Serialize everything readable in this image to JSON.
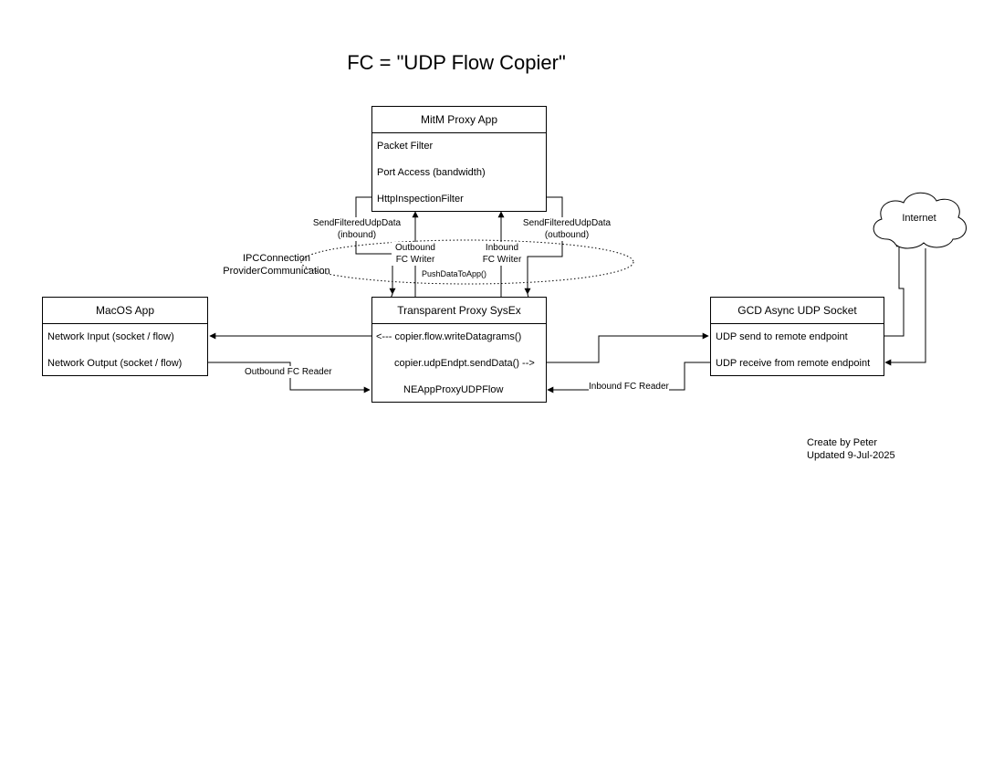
{
  "title": "FC = \"UDP Flow Copier\"",
  "proxy_app": {
    "title": "MitM Proxy App",
    "rows": [
      "Packet Filter",
      "Port Access (bandwidth)",
      "HttpInspectionFilter"
    ]
  },
  "macos_app": {
    "title": "MacOS App",
    "rows": [
      "Network Input (socket / flow)",
      "Network Output (socket / flow)"
    ]
  },
  "sysex": {
    "title": "Transparent Proxy SysEx",
    "rows": [
      "<--- copier.flow.writeDatagrams()",
      "copier.udpEndpt.sendData() -->",
      "NEAppProxyUDPFlow"
    ]
  },
  "gcd_socket": {
    "title": "GCD Async UDP Socket",
    "rows": [
      "UDP send to remote endpoint",
      "UDP receive from remote endpoint"
    ]
  },
  "internet": {
    "label": "Internet"
  },
  "edge_labels": {
    "send_inbound": [
      "SendFilteredUdpData",
      "(inbound)"
    ],
    "send_outbound": [
      "SendFilteredUdpData",
      "(outbound)"
    ],
    "outbound_writer": [
      "Outbound",
      "FC Writer"
    ],
    "inbound_writer": [
      "Inbound",
      "FC Writer"
    ],
    "push_data": "PushDataToApp()",
    "outbound_reader": "Outbound FC Reader",
    "inbound_reader": "Inbound FC Reader"
  },
  "ipc": [
    "IPCConnection",
    "ProviderCommunication"
  ],
  "credits": [
    "Create by Peter",
    "Updated 9-Jul-2025"
  ]
}
